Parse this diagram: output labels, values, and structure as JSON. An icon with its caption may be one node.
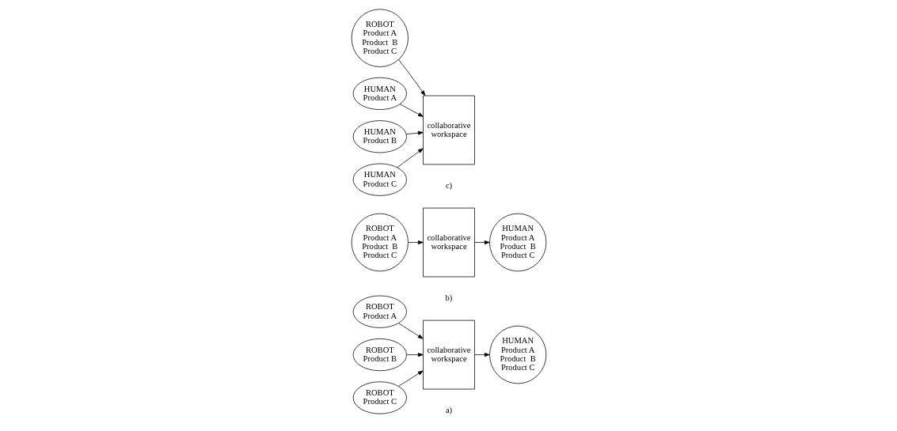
{
  "diagram": {
    "nodes": [
      {
        "text": [
          "ROBOT",
          "Product A"
        ]
      },
      {
        "text": [
          "ROBOT",
          "Product B"
        ]
      },
      {
        "text": [
          "ROBOT",
          "Product C"
        ]
      },
      {
        "text": [
          "collaborative",
          "workspace"
        ]
      },
      {
        "text": [
          "HUMAN",
          "Product A",
          "Product  B",
          "Product C"
        ]
      },
      {
        "text": [
          "ROBOT",
          "Product A",
          "Product  B",
          "Product C"
        ]
      },
      {
        "text": [
          "collaborative",
          "workspace"
        ]
      },
      {
        "text": [
          "HUMAN",
          "Product A",
          "Product  B",
          "Product C"
        ]
      },
      {
        "text": [
          "ROBOT",
          "Product A",
          "Product  B",
          "Product C"
        ]
      },
      {
        "text": [
          "collaborative",
          "workspace"
        ]
      },
      {
        "text": [
          "HUMAN",
          "Product A"
        ]
      },
      {
        "text": [
          "HUMAN",
          "Product B"
        ]
      },
      {
        "text": [
          "HUMAN",
          "Product C"
        ]
      }
    ],
    "edges": [
      {
        "from": 0,
        "to": 3,
        "arrow": "to"
      },
      {
        "from": 1,
        "to": 3,
        "arrow": "to"
      },
      {
        "from": 2,
        "to": 3,
        "arrow": "to"
      },
      {
        "from": 3,
        "to": 4,
        "arrow": "to"
      },
      {
        "from": 5,
        "to": 6,
        "arrow": "to"
      },
      {
        "from": 6,
        "to": 7,
        "arrow": "to"
      },
      {
        "from": 8,
        "to": 9,
        "arrow": "to"
      },
      {
        "from": 10,
        "to": 9,
        "arrow": "to"
      },
      {
        "from": 11,
        "to": 9,
        "arrow": "to"
      },
      {
        "from": 12,
        "to": 9,
        "arrow": "to"
      }
    ],
    "labels": [
      "a)",
      "b)",
      "c)"
    ]
  }
}
